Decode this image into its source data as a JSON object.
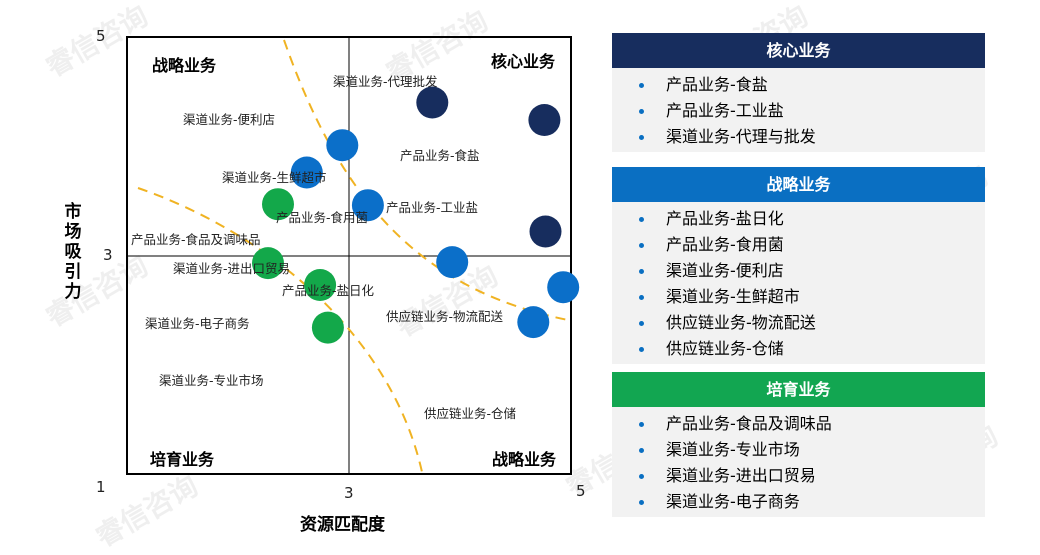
{
  "colors": {
    "core": "#172d5e",
    "strategic": "#0a6fc2",
    "nurture": "#12a651",
    "curve": "#f0b323",
    "bubble_core": "#172d5e",
    "bubble_strategic": "#0b6fc9",
    "bubble_nurture": "#13a84a"
  },
  "watermark": "睿信咨询",
  "axes": {
    "y_title": "市场吸引力",
    "x_title": "资源匹配度",
    "y_ticks": [
      "5",
      "3"
    ],
    "x_ticks": [
      "1",
      "3",
      "5"
    ]
  },
  "quadrants": {
    "top_left": "战略业务",
    "top_right": "核心业务",
    "bottom_left": "培育业务",
    "bottom_right": "战略业务"
  },
  "chart_data": {
    "type": "scatter",
    "xlabel": "资源匹配度",
    "ylabel": "市场吸引力",
    "xlim": [
      1,
      5
    ],
    "ylim": [
      1,
      5
    ],
    "points": [
      {
        "label": "渠道业务-代理批发",
        "x": 3.75,
        "y": 4.4,
        "group": "core"
      },
      {
        "label": "产品业务-食盐",
        "x": 4.76,
        "y": 4.24,
        "group": "core"
      },
      {
        "label": "产品业务-工业盐",
        "x": 4.77,
        "y": 3.22,
        "group": "core"
      },
      {
        "label": "渠道业务-便利店",
        "x": 2.94,
        "y": 4.01,
        "group": "strategic"
      },
      {
        "label": "渠道业务-生鲜超市",
        "x": 2.62,
        "y": 3.76,
        "group": "strategic"
      },
      {
        "label": "产品业务-食用菌",
        "x": 3.17,
        "y": 3.46,
        "group": "strategic"
      },
      {
        "label": "产品业务-盐日化",
        "x": 3.93,
        "y": 2.94,
        "group": "strategic"
      },
      {
        "label": "供应链业务-物流配送",
        "x": 4.93,
        "y": 2.71,
        "group": "strategic"
      },
      {
        "label": "供应链业务-仓储",
        "x": 4.66,
        "y": 2.39,
        "group": "strategic"
      },
      {
        "label": "产品业务-食品及调味品",
        "x": 2.36,
        "y": 3.47,
        "group": "nurture"
      },
      {
        "label": "渠道业务-进出口贸易",
        "x": 2.27,
        "y": 2.93,
        "group": "nurture"
      },
      {
        "label": "渠道业务-电子商务",
        "x": 2.74,
        "y": 2.73,
        "group": "nurture"
      },
      {
        "label": "渠道业务-专业市场",
        "x": 2.81,
        "y": 2.34,
        "group": "nurture"
      }
    ]
  },
  "panels": [
    {
      "title": "核心业务",
      "color_key": "core",
      "items": [
        "产品业务-食盐",
        "产品业务-工业盐",
        "渠道业务-代理与批发"
      ]
    },
    {
      "title": "战略业务",
      "color_key": "strategic",
      "items": [
        "产品业务-盐日化",
        "产品业务-食用菌",
        "渠道业务-便利店",
        "渠道业务-生鲜超市",
        "供应链业务-物流配送",
        "供应链业务-仓储"
      ]
    },
    {
      "title": "培育业务",
      "color_key": "nurture",
      "items": [
        "产品业务-食品及调味品",
        "渠道业务-专业市场",
        "渠道业务-进出口贸易",
        "渠道业务-电子商务"
      ]
    }
  ]
}
